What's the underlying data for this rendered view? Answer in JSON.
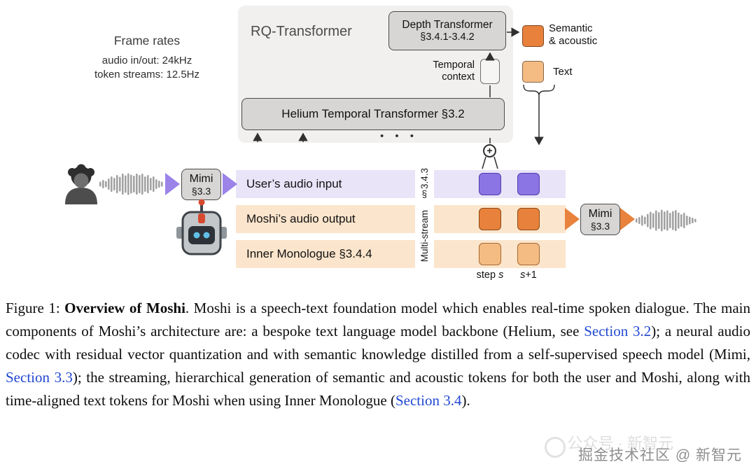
{
  "colors": {
    "purple_token": "#8b74e3",
    "orange_token": "#e8813b",
    "light_orange_token": "#f4bb83",
    "user_band": "#e9e4f8",
    "moshi_band": "#fbe5cc",
    "link_blue": "#2148d1"
  },
  "frame_rates": {
    "title": "Frame rates",
    "audio": "audio in/out: 24kHz",
    "tokens": "token streams: 12.5Hz"
  },
  "rq": {
    "title": "RQ-Transformer",
    "depth_line1": "Depth Transformer",
    "depth_line2": "§3.4.1-3.4.2",
    "temporal_line1": "Temporal",
    "temporal_line2": "context",
    "helium": "Helium Temporal Transformer §3.2",
    "dots": "• • •",
    "plus": "+"
  },
  "legend": {
    "semantic_line1": "Semantic",
    "semantic_line2": "& acoustic",
    "text_label": "Text"
  },
  "streams": {
    "user_band": "User’s audio input",
    "moshi_band": "Moshi’s audio output",
    "inner_band": "Inner Monologue §3.4.4",
    "vertical_top": "§3.4.3",
    "vertical_bottom": "Multi-stream",
    "step_prefix": "step ",
    "var_s": "s",
    "plus_one": "+1"
  },
  "mimi_left": {
    "name": "Mimi",
    "section": "§3.3"
  },
  "mimi_right": {
    "name": "Mimi",
    "section": "§3.3"
  },
  "caption": {
    "figure_label": "Figure 1: ",
    "title": "Overview of Moshi",
    "body1": ". Moshi is a speech-text foundation model which enables real-time spoken dialogue. The main components of Moshi’s architecture are: a bespoke text language model backbone (Helium, see ",
    "link1": "Section 3.2",
    "body2": "); a neural audio codec with residual vector quantization and with semantic knowledge distilled from a self-supervised speech model (Mimi, ",
    "link2": "Section 3.3",
    "body3": "); the streaming, hierarchical generation of semantic and acoustic tokens for both the user and Moshi, along with time-aligned text tokens for Moshi when using Inner Monologue (",
    "link3": "Section 3.4",
    "body4": ")."
  },
  "watermark": {
    "main": "掘金技术社区 @ 新智元",
    "faint": "公众号 · 新智元"
  }
}
